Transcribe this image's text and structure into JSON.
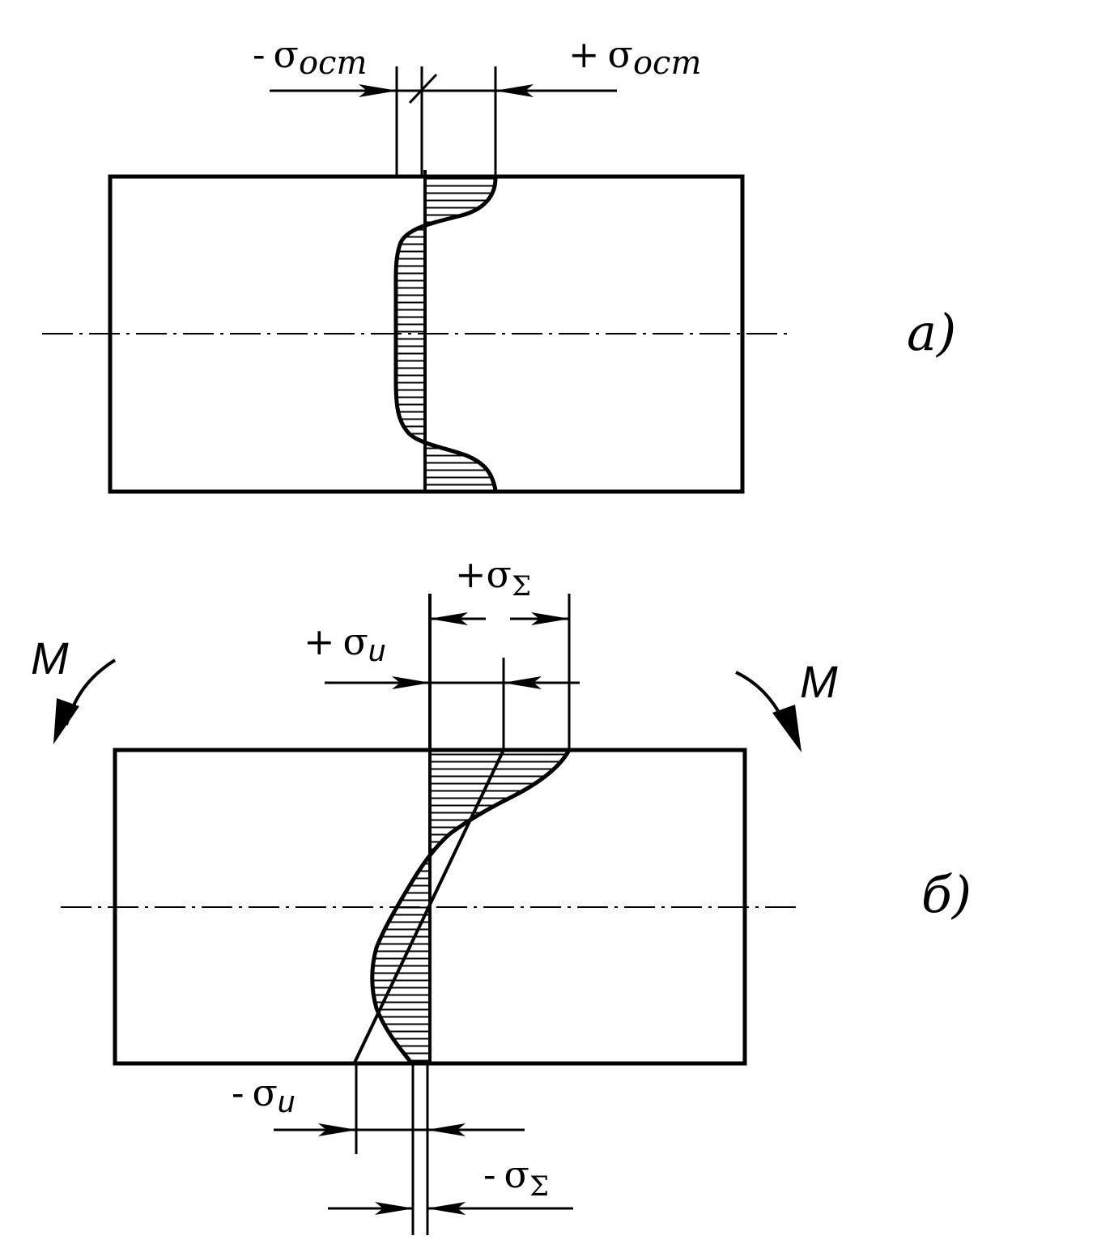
{
  "figure_a": {
    "label": "а)",
    "residual_neg": {
      "sign": "-",
      "symbol": "σ",
      "subscript": "ост"
    },
    "residual_pos": {
      "sign": "+",
      "symbol": "σ",
      "subscript": "ост"
    }
  },
  "figure_b": {
    "label": "б)",
    "moment_left": "M",
    "moment_right": "M",
    "sum_pos": {
      "sign": "+",
      "symbol": "σ",
      "subscript": "Σ"
    },
    "bend_pos": {
      "sign": "+",
      "symbol": "σ",
      "subscript": "u"
    },
    "bend_neg": {
      "sign": "-",
      "symbol": "σ",
      "subscript": "u"
    },
    "sum_neg": {
      "sign": "-",
      "symbol": "σ",
      "subscript": "Σ"
    }
  },
  "colors": {
    "line": "#000000",
    "background": "#ffffff"
  }
}
